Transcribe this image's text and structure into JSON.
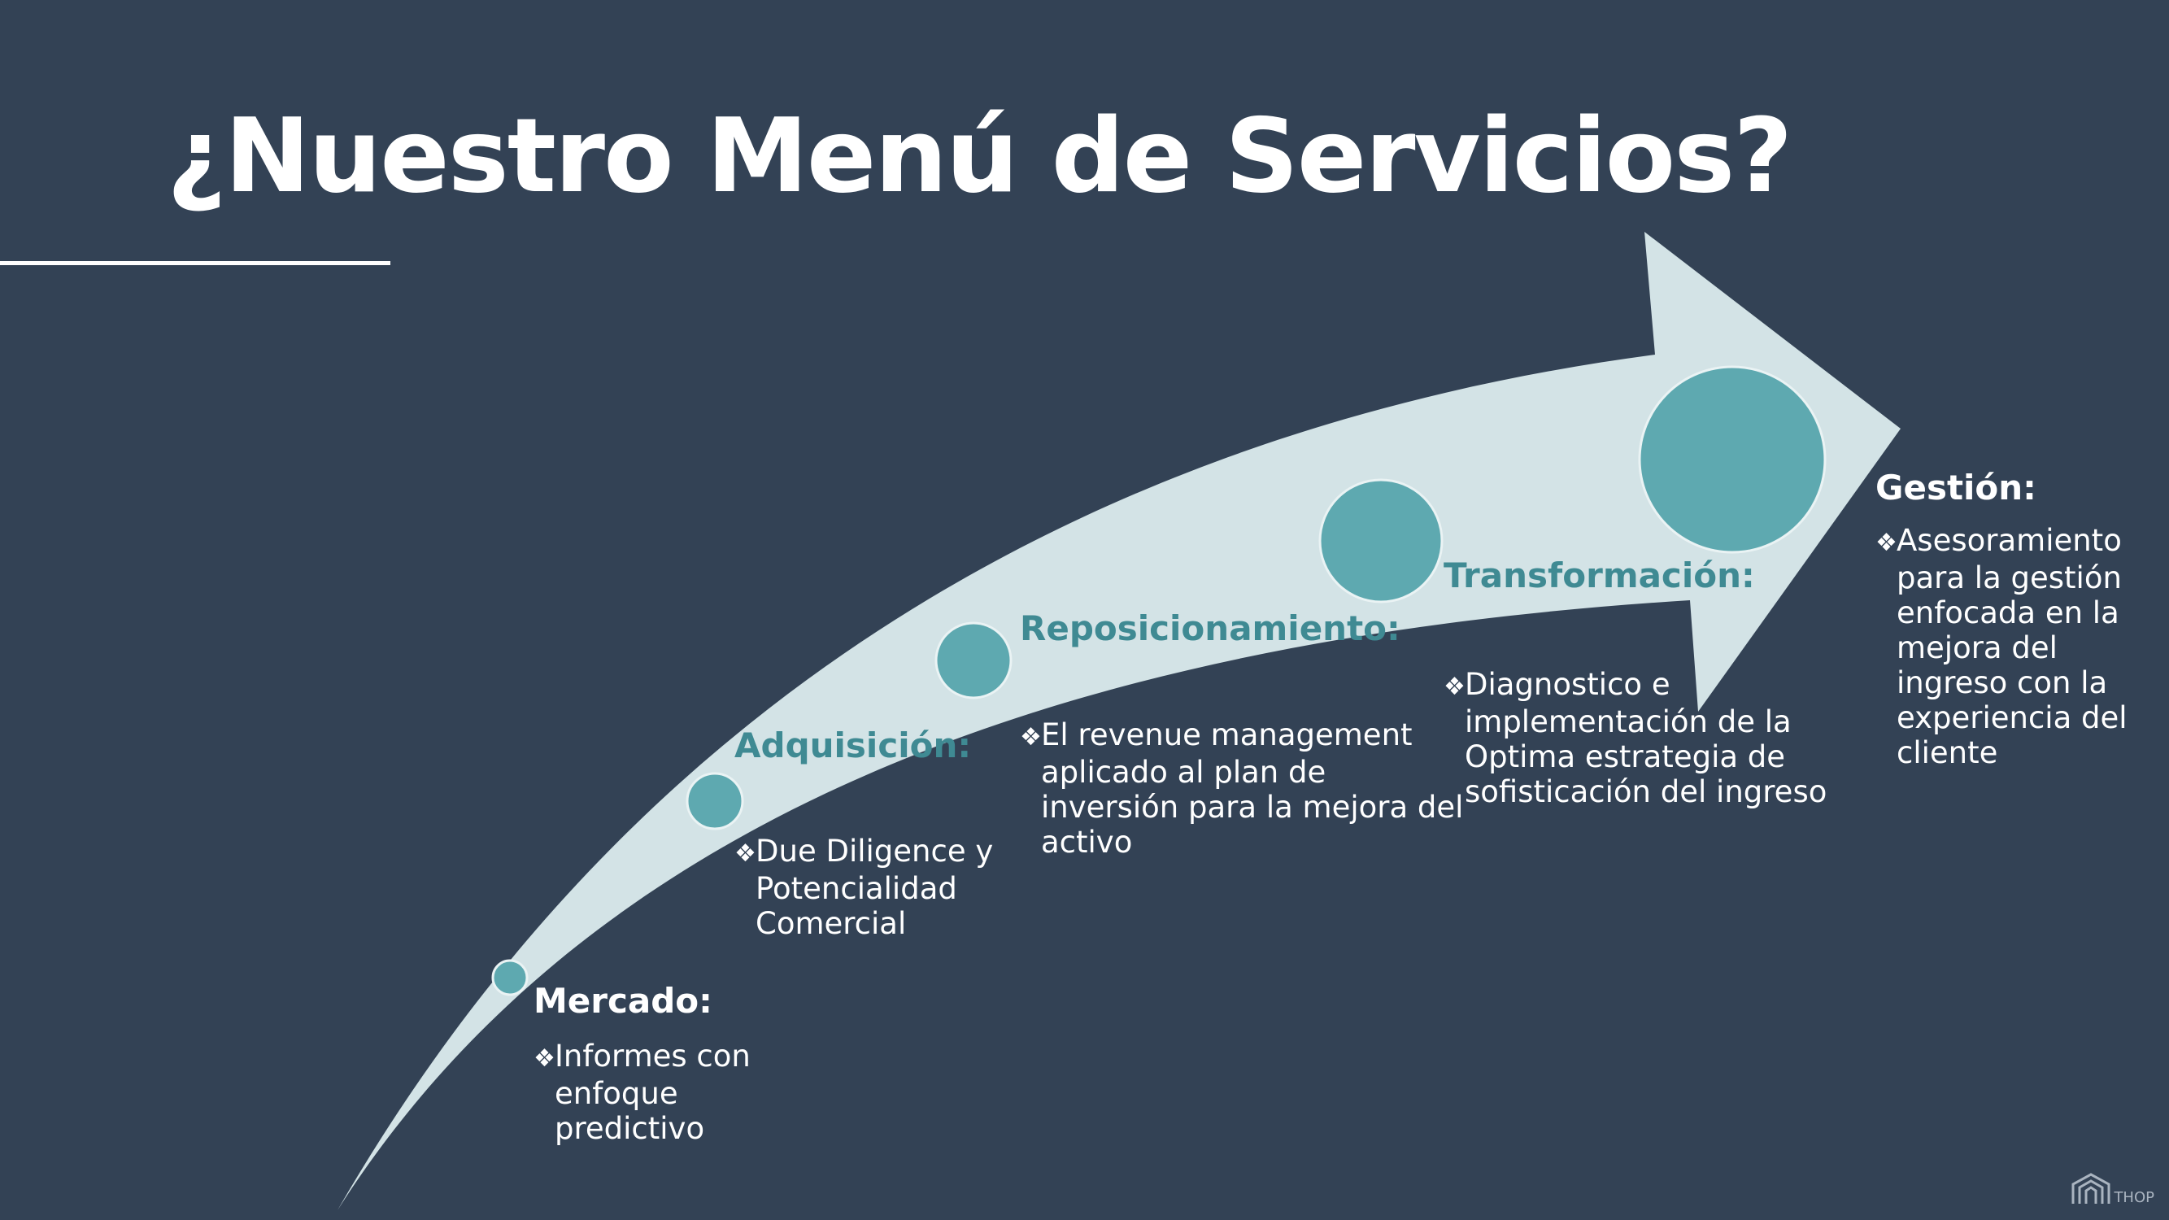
{
  "title": "¿Nuestro Menú de Servicios?",
  "colors": {
    "background": "#334255",
    "arrow": "#d3e3e6",
    "node": "#5ea9b0",
    "node_stroke": "#eaf3f4",
    "stage_title_teal": "#3f8a93",
    "text": "#ffffff"
  },
  "stages": [
    {
      "name": "Mercado:",
      "bullet": "Informes con enfoque predictivo"
    },
    {
      "name": "Adquisición:",
      "bullet": "Due Diligence y Potencialidad Comercial"
    },
    {
      "name": "Reposicionamiento:",
      "bullet": "El revenue management aplicado al plan de inversión para la mejora del  activo"
    },
    {
      "name": "Transformación:",
      "bullet": "Diagnostico e implementación de la Optima estrategia de sofisticación del ingreso"
    },
    {
      "name": "Gestión:",
      "bullet": "Asesoramiento para la gestión enfocada en la mejora del ingreso con la experiencia del cliente"
    }
  ],
  "bullet_glyph": "❖",
  "logo": {
    "text": "THOP",
    "icon": "building-logo-icon"
  }
}
